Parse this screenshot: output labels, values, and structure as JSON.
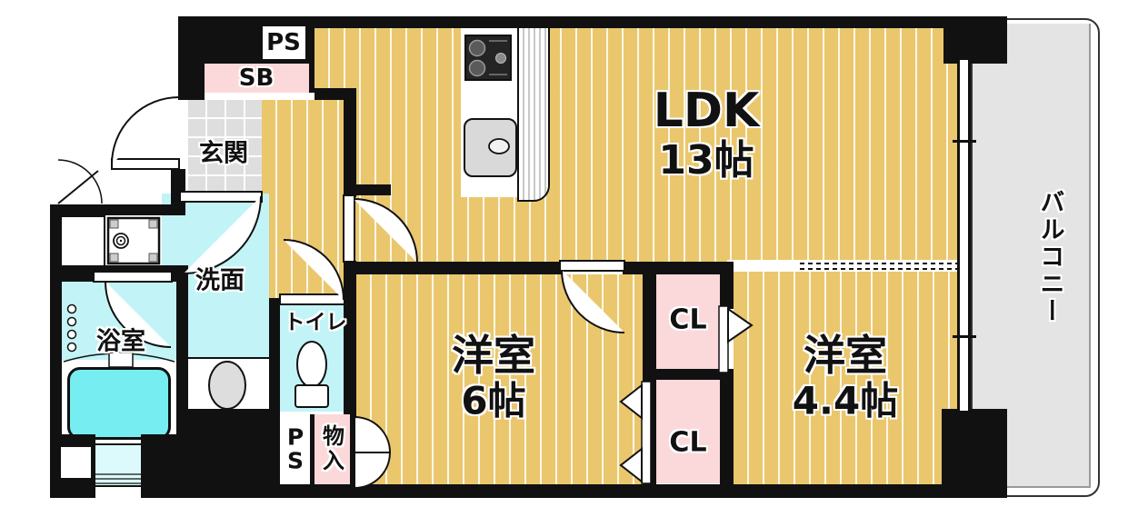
{
  "floorplan": {
    "rooms": {
      "ldk": {
        "name": "LDK",
        "size": "13帖"
      },
      "western6": {
        "name": "洋室",
        "size": "6帖"
      },
      "western44": {
        "name": "洋室",
        "size": "4.4帖"
      },
      "balcony": {
        "name": "バルコニー"
      },
      "entrance": {
        "name": "玄関"
      },
      "washroom": {
        "name": "洗面"
      },
      "bathroom": {
        "name": "浴室"
      },
      "toilet": {
        "name": "トイレ"
      },
      "closet_upper": {
        "name": "CL"
      },
      "closet_lower": {
        "name": "CL"
      },
      "shoe_box": {
        "name": "SB"
      },
      "pipe_space_top": {
        "name": "PS"
      },
      "pipe_space_bottom": {
        "name": "PS"
      },
      "storage": {
        "name": "物入"
      }
    },
    "colors": {
      "wood": "#eac76d",
      "pink": "#fbd9db",
      "cyan": "#c2f4f7",
      "tub": "#76edf1",
      "tile": "#dedede",
      "balcony-floor": "#e4e4e4",
      "wall": "#111111",
      "counter-line": "#c8c8c8"
    }
  }
}
